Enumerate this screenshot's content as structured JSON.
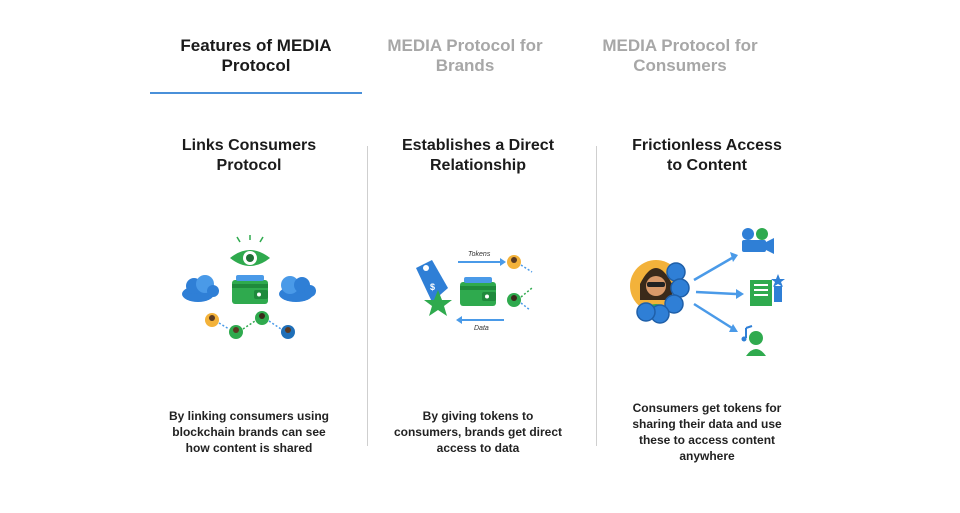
{
  "tabs": [
    {
      "label": "Features of MEDIA\nProtocol",
      "active": true
    },
    {
      "label": "MEDIA Protocol for\nBrands",
      "active": false
    },
    {
      "label": "MEDIA Protocol for\nConsumers",
      "active": false
    }
  ],
  "columns": [
    {
      "title": "Links Consumers\nProtocol",
      "description": "By linking consumers using\nblockchain brands can see\nhow content is shared"
    },
    {
      "title": "Establishes a Direct\nRelationship",
      "description": "By giving tokens to\nconsumers, brands get direct\naccess to data",
      "labels": {
        "tokens": "Tokens",
        "data": "Data"
      }
    },
    {
      "title": "Frictionless Access\nto Content",
      "description": "Consumers get tokens for\nsharing their data and use\nthese to access content\nanywhere"
    }
  ],
  "icons": {
    "col1": [
      "eye-icon",
      "cloud-icon",
      "wallet-icon",
      "cloud-icon",
      "person-avatar-icon"
    ],
    "col2": [
      "price-tag-icon",
      "star-badge-icon",
      "wallet-icon",
      "arrow-icon",
      "person-avatar-icon"
    ],
    "col3": [
      "person-avatar-icon",
      "token-coin-icon",
      "video-camera-icon",
      "document-icon",
      "music-note-icon"
    ]
  },
  "colors": {
    "accent": "#4a90d9",
    "green": "#2faa4e",
    "blue": "#2f7fd6",
    "active_tab": "#1b1b1b",
    "inactive_tab": "#a7a7a7"
  }
}
